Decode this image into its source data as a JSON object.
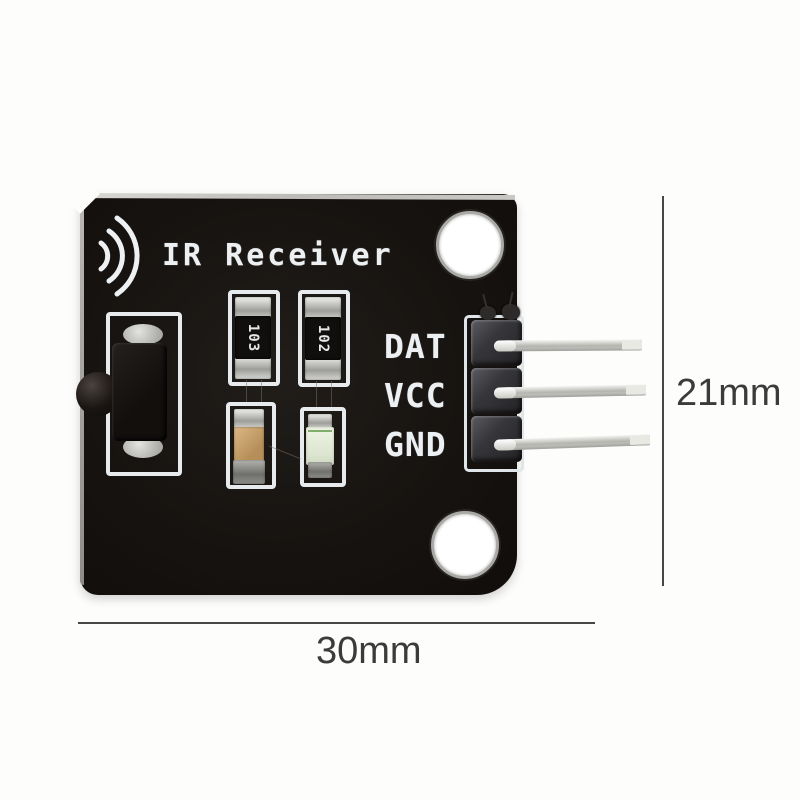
{
  "module": {
    "silkscreen_title": "IR Receiver",
    "pins": [
      {
        "label": "DAT"
      },
      {
        "label": "VCC"
      },
      {
        "label": "GND"
      }
    ],
    "components": {
      "resistor_1_label": "103",
      "resistor_2_label": "102"
    }
  },
  "dimensions": {
    "width_label": "30mm",
    "height_label": "21mm"
  },
  "colors": {
    "background": "#fdfdfc",
    "pcb": "#171310",
    "silkscreen": "#edf0f2",
    "dimension_text": "#3b3b3b",
    "pin_metal": "#c9c9c4",
    "header_plastic": "#37373b",
    "capacitor_body": "#c7a06b",
    "led_body": "#e9efde"
  }
}
